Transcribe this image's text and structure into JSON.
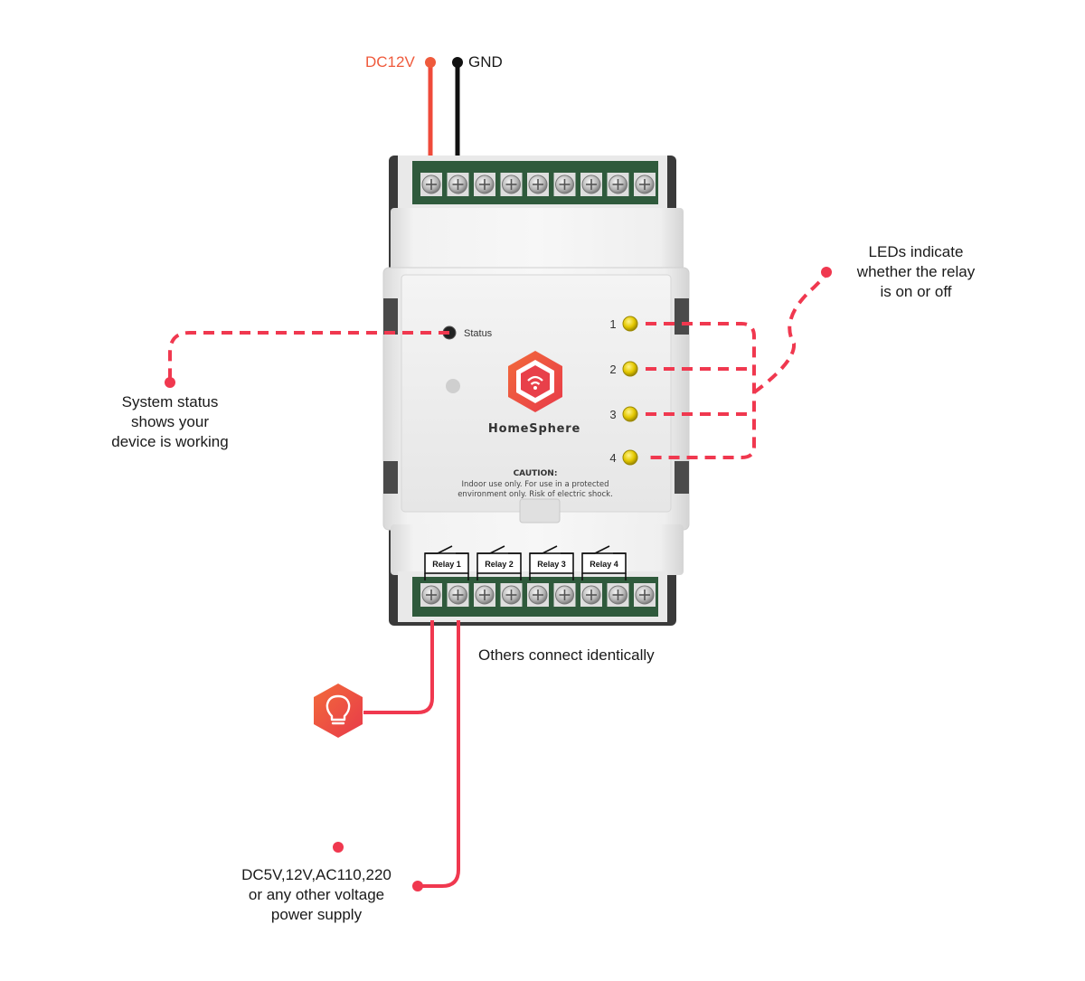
{
  "power": {
    "positive_label": "DC12V",
    "ground_label": "GND"
  },
  "device": {
    "brand": "HomeSphere",
    "status_label": "Status",
    "caution_title": "CAUTION:",
    "caution_line1": "Indoor use only. For use in a protected",
    "caution_line2": "environment only. Risk of electric shock.",
    "led_numbers": [
      "1",
      "2",
      "3",
      "4"
    ],
    "relay_labels": [
      "Relay 1",
      "Relay 2",
      "Relay 3",
      "Relay 4"
    ]
  },
  "annotations": {
    "leds": [
      "LEDs indicate",
      "whether the relay",
      "is on or off"
    ],
    "status": [
      "System status",
      "shows your",
      "device is working"
    ],
    "others": "Others connect identically",
    "supply": [
      "DC5V,12V,AC110,220",
      "or any other voltage",
      "power supply"
    ]
  },
  "colors": {
    "wire_red": "#f0384f",
    "wire_orange": "#ef5a3c",
    "wire_black": "#111111",
    "led_yellow": "#e4c800",
    "icon_red": "#ef4a3a"
  },
  "icons": {
    "bulb": "lightbulb-icon",
    "brand": "wifi-hexagon-icon"
  }
}
